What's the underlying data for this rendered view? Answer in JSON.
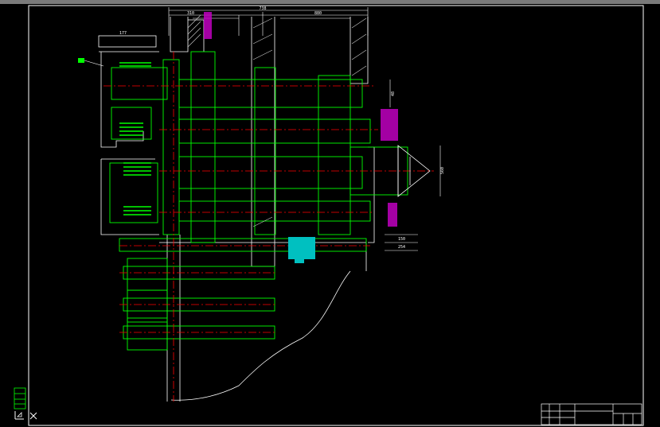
{
  "drawing": {
    "dims_top": [
      "738",
      "310",
      "880"
    ],
    "dims_left": [
      "177"
    ],
    "dims_right": [
      "560",
      "48",
      "150",
      "254"
    ],
    "title_block": {
      "name_cell": "",
      "rows": [
        "",
        "",
        ""
      ]
    }
  },
  "colors": {
    "background": "#000000",
    "line": "#ffffff",
    "part": "#00ff00",
    "axis": "#ff0000",
    "dimension": "#ffffff",
    "hatch_alt": "#c000c0",
    "cyan": "#00c0c0"
  },
  "icons": {
    "ucs": "ucs-axis-icon"
  }
}
